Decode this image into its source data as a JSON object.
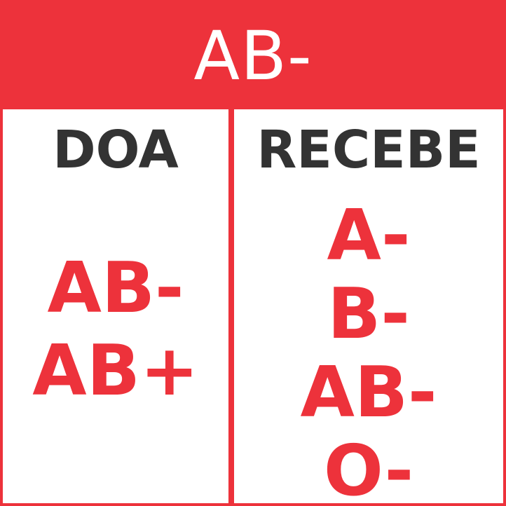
{
  "header": {
    "blood_type": "AB-"
  },
  "donates": {
    "heading": "DOA",
    "types": [
      "AB-",
      "AB+"
    ]
  },
  "receives": {
    "heading": "RECEBE",
    "types": [
      "A-",
      "B-",
      "AB-",
      "O-"
    ]
  },
  "colors": {
    "accent": "#ed323b",
    "heading_text": "#333333",
    "background": "#ffffff"
  }
}
